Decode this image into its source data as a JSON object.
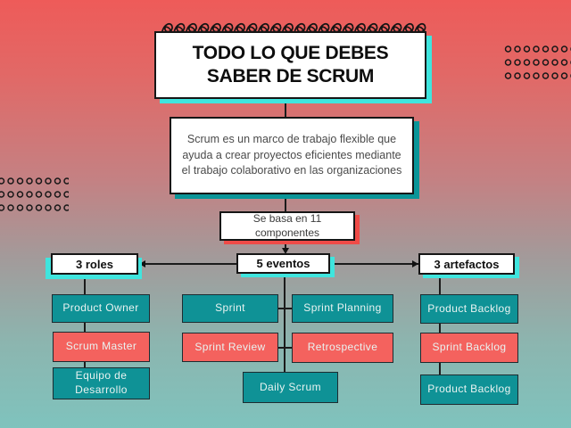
{
  "title": "TODO LO QUE DEBES SABER DE SCRUM",
  "intro": "Scrum es un marco de trabajo flexible que ayuda a crear proyectos eficientes mediante el trabajo colaborativo en las organizaciones",
  "basis": "Se basa en 11 componentes",
  "branches": [
    {
      "label": "3 roles",
      "items": [
        {
          "label": "Product Owner",
          "color": "teal"
        },
        {
          "label": "Scrum  Master",
          "color": "coral"
        },
        {
          "label": "Equipo de Desarrollo",
          "color": "teal"
        }
      ]
    },
    {
      "label": "5 eventos",
      "items": [
        {
          "label": "Sprint",
          "color": "teal"
        },
        {
          "label": "Sprint Planning",
          "color": "teal"
        },
        {
          "label": "Sprint Review",
          "color": "coral"
        },
        {
          "label": "Retrospective",
          "color": "coral"
        },
        {
          "label": "Daily Scrum",
          "color": "teal"
        }
      ]
    },
    {
      "label": "3 artefactos",
      "items": [
        {
          "label": "Product Backlog",
          "color": "teal"
        },
        {
          "label": "Sprint Backlog",
          "color": "coral"
        },
        {
          "label": "Product Backlog",
          "color": "teal"
        }
      ]
    }
  ],
  "colors": {
    "background_top": "#ee5b59",
    "background_bottom": "#7fc3bd",
    "node_teal": "#0f9296",
    "node_coral": "#f4625e",
    "shadow_cyan": "#3fe5de",
    "shadow_teal": "#0a9598",
    "shadow_red": "#ef4b47",
    "connector": "#1b1b1b"
  }
}
